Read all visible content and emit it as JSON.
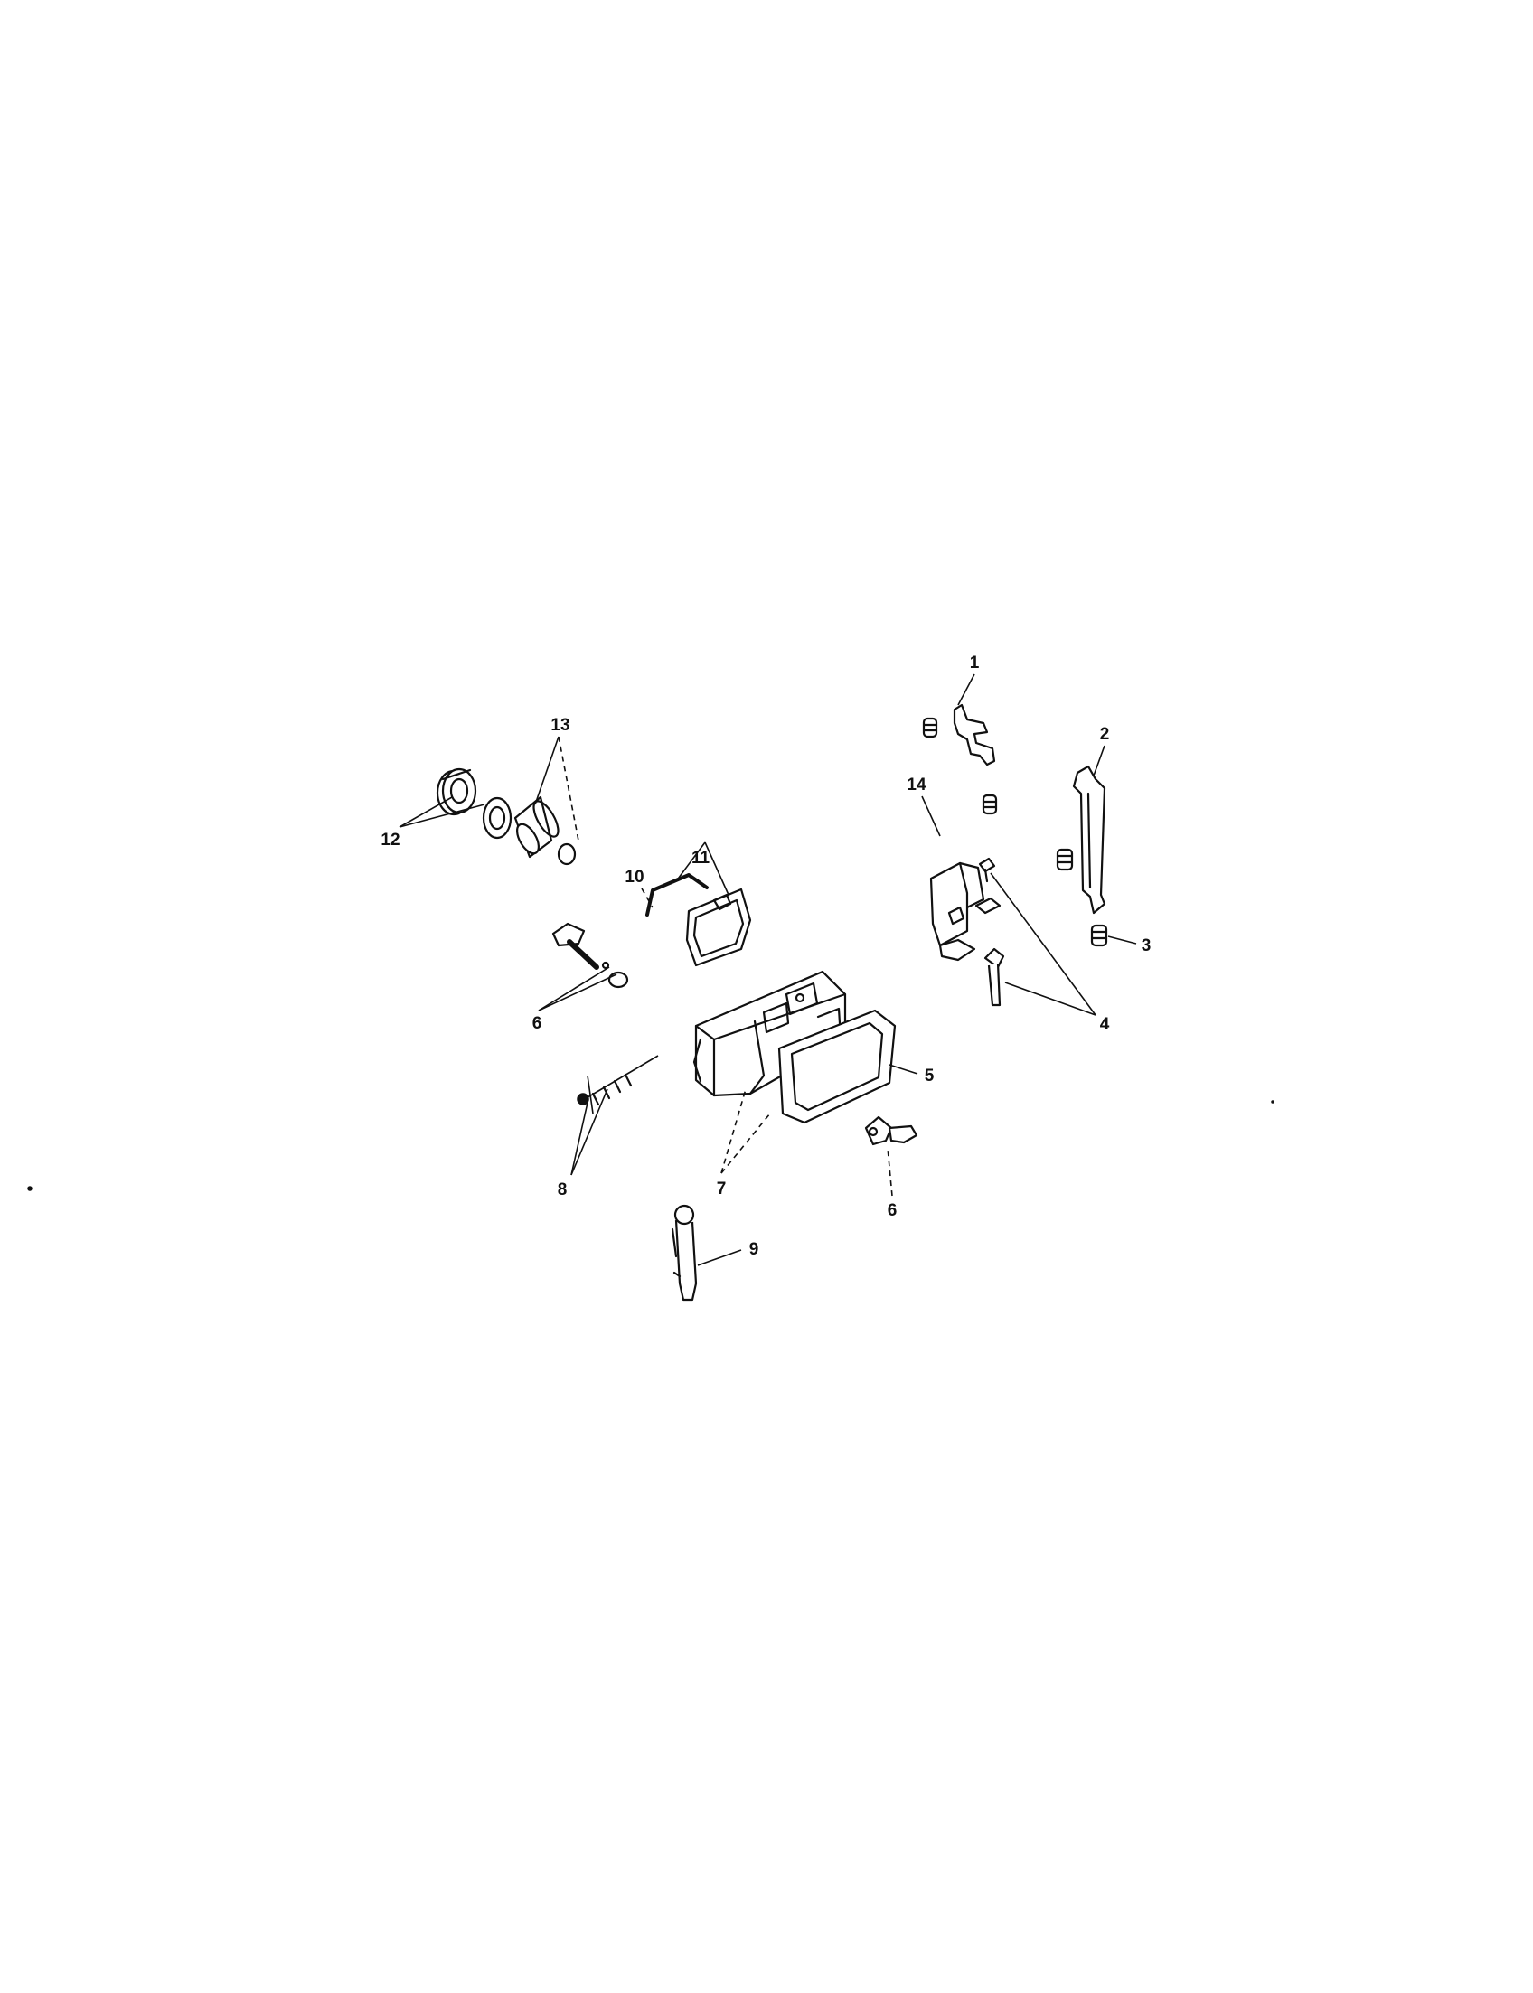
{
  "callouts": {
    "c1": "1",
    "c2": "2",
    "c3": "3",
    "c4": "4",
    "c5": "5",
    "c6a": "6",
    "c6b": "6",
    "c7": "7",
    "c8": "8",
    "c9": "9",
    "c10": "10",
    "c11": "11",
    "c12": "12",
    "c13": "13",
    "c14": "14"
  }
}
